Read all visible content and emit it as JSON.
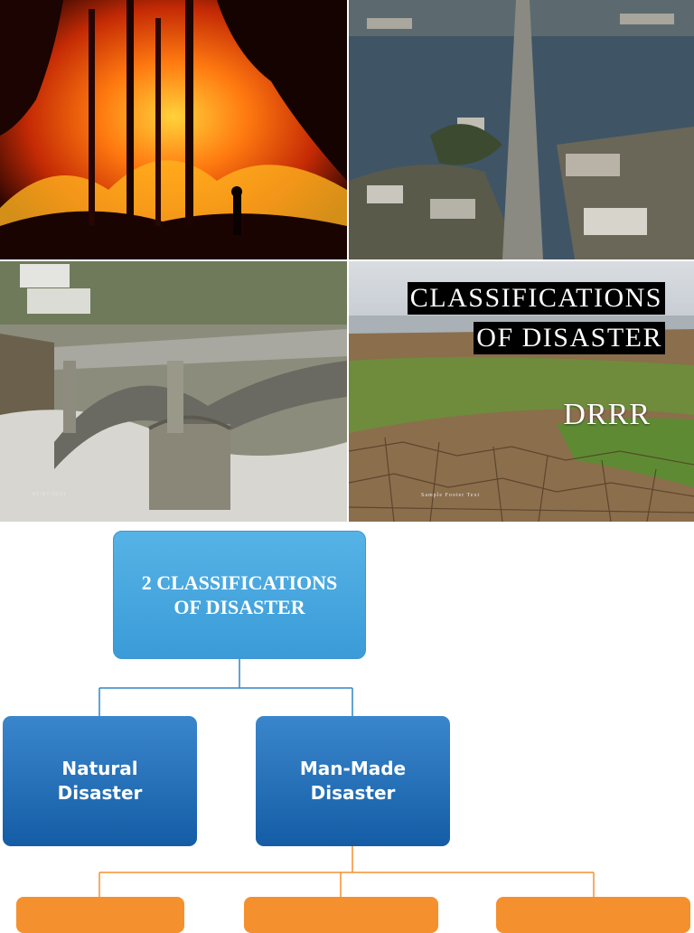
{
  "slide": {
    "title_lines": [
      "CLASSIFICATIONS",
      "OF DISASTER"
    ],
    "subtitle": "DRRR",
    "photo_stamp_left": "01/07/2023",
    "photo_stamp_right": "Sample Footer Text",
    "photos": [
      "forest-wildfire",
      "hurricane-damaged-coastal-town",
      "flood-damaged-bridge",
      "drought-cracked-earth"
    ]
  },
  "chart": {
    "root_lines": [
      "2 CLASSIFICATIONS",
      "OF DISASTER"
    ],
    "children": [
      {
        "lines": [
          "Natural",
          "Disaster"
        ]
      },
      {
        "lines": [
          "Man-Made",
          "Disaster"
        ]
      }
    ],
    "grandchildren": [
      "",
      "",
      ""
    ]
  },
  "colors": {
    "root_fill": "#3a9bd8",
    "child_fill": "#1a64ad",
    "grandchild_fill": "#f5902f",
    "connector_blue": "#2f86c6",
    "connector_orange": "#f5902f",
    "title_bg": "#000000"
  }
}
